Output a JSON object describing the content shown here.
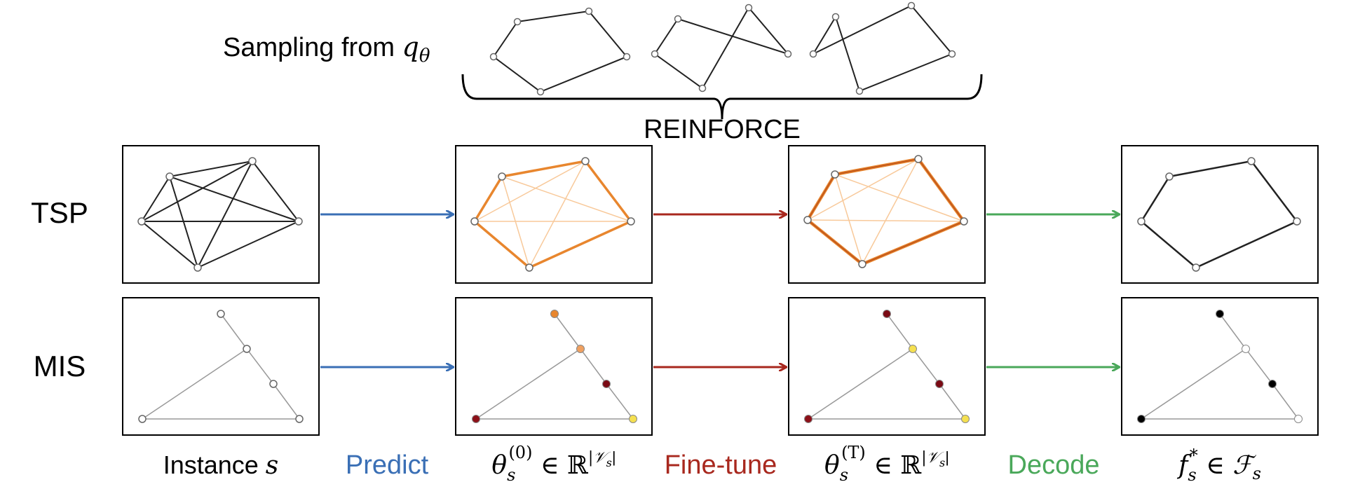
{
  "header": {
    "sampling_prefix": "Sampling from ",
    "sampling_symbol": "q",
    "sampling_subscript": "θ",
    "reinforce_label": "REINFORCE"
  },
  "rows": {
    "tsp": "TSP",
    "mis": "MIS"
  },
  "captions": {
    "instance_text": "Instance ",
    "instance_var": "s",
    "predict": "Predict",
    "theta0": {
      "base": "θ",
      "sub": "s",
      "sup": "(0)",
      "rest": " ∈ ℝ",
      "exp": "|𝒱",
      "exp_sub": "s",
      "exp_end": "|"
    },
    "finetune": "Fine-tune",
    "thetaT": {
      "base": "θ",
      "sub": "s",
      "sup": "(T)",
      "rest": " ∈ ℝ",
      "exp": "|𝒱",
      "exp_sub": "s",
      "exp_end": "|"
    },
    "decode": "Decode",
    "fstar": {
      "base": "f",
      "sub": "s",
      "sup": "*",
      "rest": " ∈ ",
      "set": "ℱ",
      "set_sub": "s"
    }
  },
  "colors": {
    "predict": "#3a6fb5",
    "finetune": "#a8281e",
    "decode": "#4aa85a",
    "tsp_heat_strong": "#e8862e",
    "tsp_heat_dark": "#c0561b",
    "tsp_heat_light": "#f8c99a",
    "mis_edge": "#999999"
  }
}
